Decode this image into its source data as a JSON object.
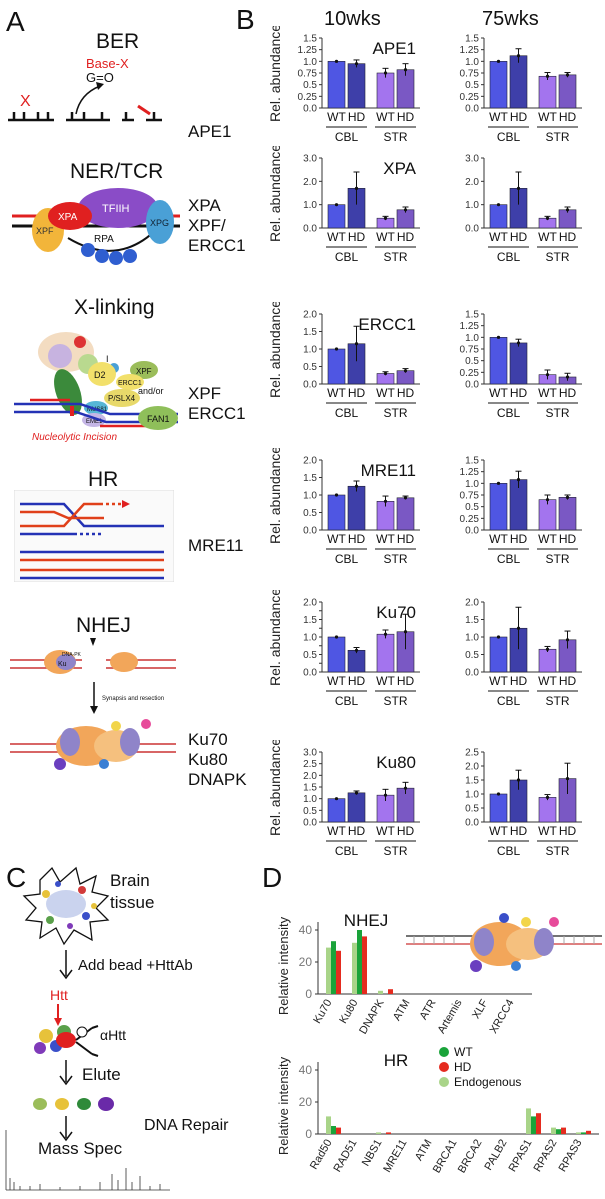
{
  "panels": {
    "A": "A",
    "B": "B",
    "C": "C",
    "D": "D"
  },
  "panel_a": {
    "pathways": [
      {
        "title": "BER",
        "genes": [
          "APE1"
        ],
        "notes": [
          "X",
          "Base-X",
          "G=O"
        ]
      },
      {
        "title": "NER/TCR",
        "genes": [
          "XPA",
          "XPF/",
          "ERCC1"
        ],
        "notes": [
          "TFIIH",
          "XPA",
          "XPF",
          "XPG",
          "RPA"
        ]
      },
      {
        "title": "X-linking",
        "genes": [
          "XPF",
          "ERCC1"
        ],
        "notes": [
          "D2",
          "I",
          "XPF",
          "ERCC1",
          "P/SLX4",
          "MUS81",
          "EME1",
          "and/or",
          "FAN1",
          "Nucleolytic Incision"
        ]
      },
      {
        "title": "HR",
        "genes": [
          "MRE11"
        ],
        "notes": []
      },
      {
        "title": "NHEJ",
        "genes": [
          "Ku70",
          "Ku80",
          "DNAPK"
        ],
        "notes": [
          "Ku",
          "DNA-PK",
          "Synapsis and resection"
        ]
      }
    ]
  },
  "panel_b": {
    "col_titles": [
      "10wks",
      "75wks"
    ],
    "y_label": "Rel. abundance",
    "x_ticks": [
      "WT",
      "HD",
      "WT",
      "HD"
    ],
    "x_groups": [
      "CBL",
      "STR"
    ]
  },
  "chart_data": [
    {
      "type": "bar",
      "title": "APE1",
      "column": "10wks",
      "categories": [
        "CBL WT",
        "CBL HD",
        "STR WT",
        "STR HD"
      ],
      "values": [
        1.0,
        0.95,
        0.75,
        0.82
      ],
      "errors": [
        0.0,
        0.08,
        0.1,
        0.13
      ],
      "ylim": [
        0,
        1.5
      ],
      "yticks": [
        "0.0",
        "0.25",
        "0.5",
        "0.75",
        "1.0",
        "1.25",
        "1.5"
      ]
    },
    {
      "type": "bar",
      "title": "",
      "column": "75wks",
      "categories": [
        "CBL WT",
        "CBL HD",
        "STR WT",
        "STR HD"
      ],
      "values": [
        1.0,
        1.12,
        0.68,
        0.71
      ],
      "errors": [
        0.0,
        0.15,
        0.08,
        0.05
      ],
      "ylim": [
        0,
        1.5
      ],
      "yticks": [
        "0.0",
        "0.25",
        "0.5",
        "0.75",
        "1.0",
        "1.25",
        "1.5"
      ]
    },
    {
      "type": "bar",
      "title": "XPA",
      "column": "10wks",
      "categories": [
        "CBL WT",
        "CBL HD",
        "STR WT",
        "STR HD"
      ],
      "values": [
        1.0,
        1.7,
        0.42,
        0.78
      ],
      "errors": [
        0.0,
        0.7,
        0.08,
        0.12
      ],
      "ylim": [
        0,
        3.0
      ],
      "yticks": [
        "0.0",
        "1.0",
        "2.0",
        "3.0"
      ]
    },
    {
      "type": "bar",
      "title": "",
      "column": "75wks",
      "categories": [
        "CBL WT",
        "CBL HD",
        "STR WT",
        "STR HD"
      ],
      "values": [
        1.0,
        1.7,
        0.42,
        0.78
      ],
      "errors": [
        0.0,
        0.7,
        0.08,
        0.12
      ],
      "ylim": [
        0,
        3.0
      ],
      "yticks": [
        "0.0",
        "1.0",
        "2.0",
        "3.0"
      ]
    },
    {
      "type": "bar",
      "title": "ERCC1",
      "column": "10wks",
      "categories": [
        "CBL WT",
        "CBL HD",
        "STR WT",
        "STR HD"
      ],
      "values": [
        1.0,
        1.15,
        0.3,
        0.38
      ],
      "errors": [
        0.0,
        0.5,
        0.05,
        0.06
      ],
      "ylim": [
        0,
        2.0
      ],
      "yticks": [
        "0.0",
        "0.5",
        "1.0",
        "1.5",
        "2.0"
      ]
    },
    {
      "type": "bar",
      "title": "",
      "column": "75wks",
      "categories": [
        "CBL WT",
        "CBL HD",
        "STR WT",
        "STR HD"
      ],
      "values": [
        1.0,
        0.88,
        0.2,
        0.15
      ],
      "errors": [
        0.0,
        0.08,
        0.1,
        0.08
      ],
      "ylim": [
        0,
        1.5
      ],
      "yticks": [
        "0.0",
        "0.25",
        "0.5",
        "0.75",
        "1.0",
        "1.25",
        "1.5"
      ]
    },
    {
      "type": "bar",
      "title": "MRE11",
      "column": "10wks",
      "categories": [
        "CBL WT",
        "CBL HD",
        "STR WT",
        "STR HD"
      ],
      "values": [
        1.0,
        1.25,
        0.82,
        0.92
      ],
      "errors": [
        0.0,
        0.15,
        0.15,
        0.05
      ],
      "ylim": [
        0,
        2.0
      ],
      "yticks": [
        "0.0",
        "0.5",
        "1.0",
        "1.5",
        "2.0"
      ]
    },
    {
      "type": "bar",
      "title": "",
      "column": "75wks",
      "categories": [
        "CBL WT",
        "CBL HD",
        "STR WT",
        "STR HD"
      ],
      "values": [
        1.0,
        1.08,
        0.65,
        0.7
      ],
      "errors": [
        0.0,
        0.18,
        0.1,
        0.05
      ],
      "ylim": [
        0,
        1.5
      ],
      "yticks": [
        "0.0",
        "0.25",
        "0.5",
        "0.75",
        "1.0",
        "1.25",
        "1.5"
      ]
    },
    {
      "type": "bar",
      "title": "Ku70",
      "column": "10wks",
      "categories": [
        "CBL WT",
        "CBL HD",
        "STR WT",
        "STR HD"
      ],
      "values": [
        1.0,
        0.62,
        1.08,
        1.15
      ],
      "errors": [
        0.0,
        0.08,
        0.12,
        0.5
      ],
      "ylim": [
        0,
        2.0
      ],
      "yticks": [
        "0.0",
        "0.25",
        "0.5",
        "0.75",
        "1.0",
        "1.25",
        "1.5",
        "1.75",
        "2.0"
      ]
    },
    {
      "type": "bar",
      "title": "",
      "column": "75wks",
      "categories": [
        "CBL WT",
        "CBL HD",
        "STR WT",
        "STR HD"
      ],
      "values": [
        1.0,
        1.25,
        0.65,
        0.92
      ],
      "errors": [
        0.0,
        0.6,
        0.08,
        0.25
      ],
      "ylim": [
        0,
        2.0
      ],
      "yticks": [
        "0.0",
        "0.5",
        "1.0",
        "1.5",
        "2.0"
      ]
    },
    {
      "type": "bar",
      "title": "Ku80",
      "column": "10wks",
      "categories": [
        "CBL WT",
        "CBL HD",
        "STR WT",
        "STR HD"
      ],
      "values": [
        1.0,
        1.25,
        1.15,
        1.45
      ],
      "errors": [
        0.0,
        0.08,
        0.25,
        0.25
      ],
      "ylim": [
        0,
        3.0
      ],
      "yticks": [
        "0.0",
        "0.5",
        "1.0",
        "1.5",
        "2.0",
        "2.5",
        "3.0"
      ]
    },
    {
      "type": "bar",
      "title": "",
      "column": "75wks",
      "categories": [
        "CBL WT",
        "CBL HD",
        "STR WT",
        "STR HD"
      ],
      "values": [
        1.0,
        1.5,
        0.88,
        1.55
      ],
      "errors": [
        0.0,
        0.35,
        0.1,
        0.55
      ],
      "ylim": [
        0,
        2.5
      ],
      "yticks": [
        "0.0",
        "0.5",
        "1.0",
        "1.5",
        "2.0",
        "2.5"
      ]
    },
    {
      "type": "bar",
      "title": "NHEJ",
      "ylabel": "Relative intensity",
      "ylim": [
        0,
        45
      ],
      "yticks": [
        "0",
        "20",
        "40"
      ],
      "categories": [
        "Ku70",
        "Ku80",
        "DNAPK",
        "ATM",
        "ATR",
        "Artemis",
        "XLF",
        "XRCC4"
      ],
      "series": [
        {
          "name": "WT",
          "values": [
            33,
            40,
            0,
            0,
            0,
            0,
            0,
            0
          ]
        },
        {
          "name": "HD",
          "values": [
            27,
            36,
            3,
            0,
            0,
            0,
            0,
            0
          ]
        },
        {
          "name": "Endogenous",
          "values": [
            29,
            32,
            2,
            0,
            0,
            0,
            0,
            0
          ]
        }
      ]
    },
    {
      "type": "bar",
      "title": "HR",
      "ylabel": "Relative intensity",
      "ylim": [
        0,
        45
      ],
      "yticks": [
        "0",
        "20",
        "40"
      ],
      "categories": [
        "Rad50",
        "RAD51",
        "NBS1",
        "MRE11",
        "ATM",
        "BRCA1",
        "BRCA2",
        "PALB2",
        "RPAS1",
        "RPAS2",
        "RPAS3"
      ],
      "series": [
        {
          "name": "WT",
          "values": [
            5,
            0,
            0,
            0,
            0,
            0,
            0,
            0,
            11,
            3,
            1
          ]
        },
        {
          "name": "HD",
          "values": [
            4,
            0,
            1,
            0,
            0,
            0,
            0,
            0,
            13,
            4,
            2
          ]
        },
        {
          "name": "Endogenous",
          "values": [
            11,
            0,
            1,
            0,
            0,
            0,
            0,
            0,
            16,
            4,
            1
          ]
        }
      ]
    }
  ],
  "panel_d_legend": [
    "WT",
    "HD",
    "Endogenous"
  ],
  "colors": {
    "wt_cbl": "#4f56e3",
    "hd_cbl": "#3e3fa9",
    "wt_str": "#a374ee",
    "hd_str": "#7a58c4",
    "wt": "#1aa33a",
    "hd": "#e52b1f",
    "endogenous": "#a9d489",
    "red": "#e02020",
    "blue": "#2432b5"
  },
  "panel_c": {
    "steps": [
      "Brain",
      "tissue",
      "Add bead +HttAb",
      "Htt",
      "αHtt",
      "Elute",
      "Mass Spec"
    ],
    "side_label": "DNA Repair"
  }
}
